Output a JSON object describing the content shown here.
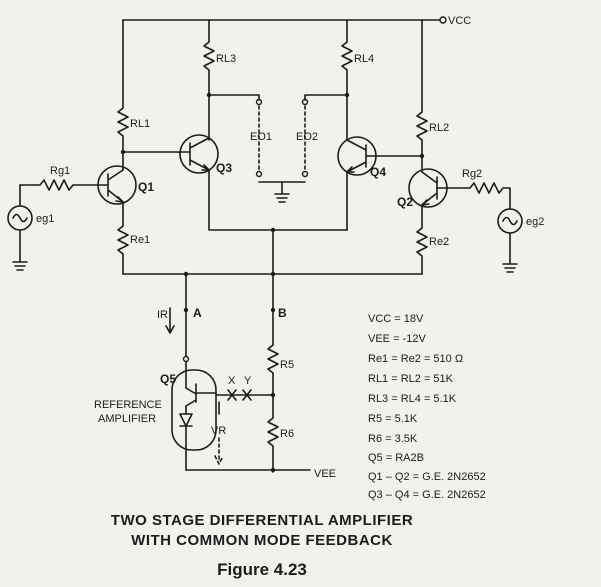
{
  "labels": {
    "vcc": "VCC",
    "vee": "VEE",
    "rg1": "Rg1",
    "rg2": "Rg2",
    "rl1": "RL1",
    "rl2": "RL2",
    "rl3": "RL3",
    "rl4": "RL4",
    "re1": "Re1",
    "re2": "Re2",
    "r5": "R5",
    "r6": "R6",
    "q1": "Q1",
    "q2": "Q2",
    "q3": "Q3",
    "q4": "Q4",
    "q5": "Q5",
    "eg1": "eg1",
    "eg2": "eg2",
    "eo1": "EO1",
    "eo2": "EO2",
    "node_a": "A",
    "node_b": "B",
    "node_x": "X",
    "node_y": "Y",
    "ir": "IR",
    "vr": "VR",
    "ref_amp_line1": "REFERENCE",
    "ref_amp_line2": "AMPLIFIER"
  },
  "specs": [
    "VCC = 18V",
    "VEE = -12V",
    "Re1 = Re2 = 510 Ω",
    "RL1 = RL2 = 51K",
    "RL3 = RL4 = 5.1K",
    "R5 = 5.1K",
    "R6 = 3.5K",
    "Q5 = RA2B",
    "Q1 – Q2 = G.E. 2N2652",
    "Q3 – Q4 = G.E. 2N2652"
  ],
  "caption": {
    "line1": "TWO STAGE DIFFERENTIAL AMPLIFIER",
    "line2": "WITH COMMON MODE FEEDBACK",
    "figure": "Figure 4.23"
  }
}
